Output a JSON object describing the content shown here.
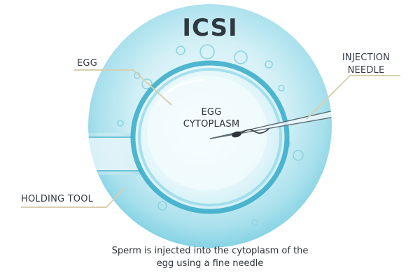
{
  "diagram": {
    "title": "ICSI",
    "labels": {
      "egg": "EGG",
      "injection_needle": "INJECTION NEEDLE",
      "egg_cytoplasm": "EGG CYTOPLASM",
      "holding_tool": "HOLDING TOOL"
    },
    "caption": "Sperm is injected into the cytoplasm of the egg using a fine needle",
    "colors": {
      "backdrop_light": "#f2fbfd",
      "backdrop_mid": "#bfe9f2",
      "backdrop_edge": "#7fd0e2",
      "egg_ring": "#2aa6c4",
      "leader_line": "#d8cfb0",
      "text": "#333a40"
    }
  }
}
